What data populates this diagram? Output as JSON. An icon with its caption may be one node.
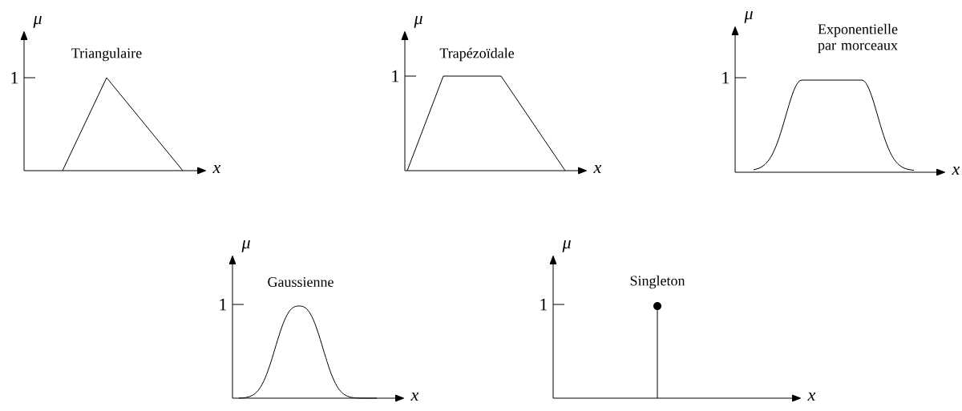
{
  "diagram": {
    "labels": [
      "μ",
      "Triangulaire",
      "1",
      "x",
      "μ",
      "Trapézoïdale",
      "1",
      "x",
      "μ",
      "Exponentielle par morceaux",
      "1",
      "x",
      "μ",
      "Gaussienne",
      "1",
      "x",
      "μ",
      "Singleton",
      "1",
      "x"
    ]
  }
}
